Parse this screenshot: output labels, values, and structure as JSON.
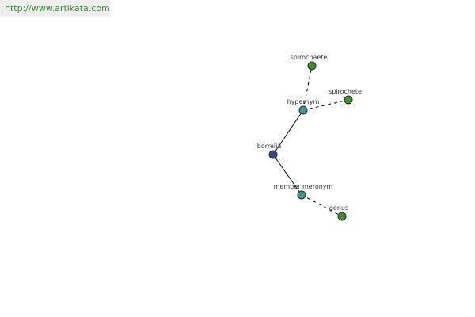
{
  "watermark": "http://www.artikata.com",
  "colors": {
    "root_node": "#3d4a8a",
    "relation_node": "#4a9090",
    "leaf_node": "#4a8a3a"
  },
  "nodes": {
    "borrelia": {
      "label": "borrelia",
      "kind": "root"
    },
    "hypernym": {
      "label": "hypernym",
      "kind": "relation"
    },
    "spirochaete": {
      "label": "spirochaete",
      "kind": "leaf"
    },
    "spirochete": {
      "label": "spirochete",
      "kind": "leaf"
    },
    "member_meronym": {
      "label": "member meronym",
      "kind": "relation"
    },
    "genus": {
      "label": "genus",
      "kind": "leaf"
    }
  },
  "edges": [
    {
      "from": "borrelia",
      "to": "hypernym",
      "style": "solid"
    },
    {
      "from": "hypernym",
      "to": "spirochaete",
      "style": "dashed"
    },
    {
      "from": "hypernym",
      "to": "spirochete",
      "style": "dashed"
    },
    {
      "from": "borrelia",
      "to": "member_meronym",
      "style": "solid"
    },
    {
      "from": "member_meronym",
      "to": "genus",
      "style": "dashed"
    }
  ]
}
